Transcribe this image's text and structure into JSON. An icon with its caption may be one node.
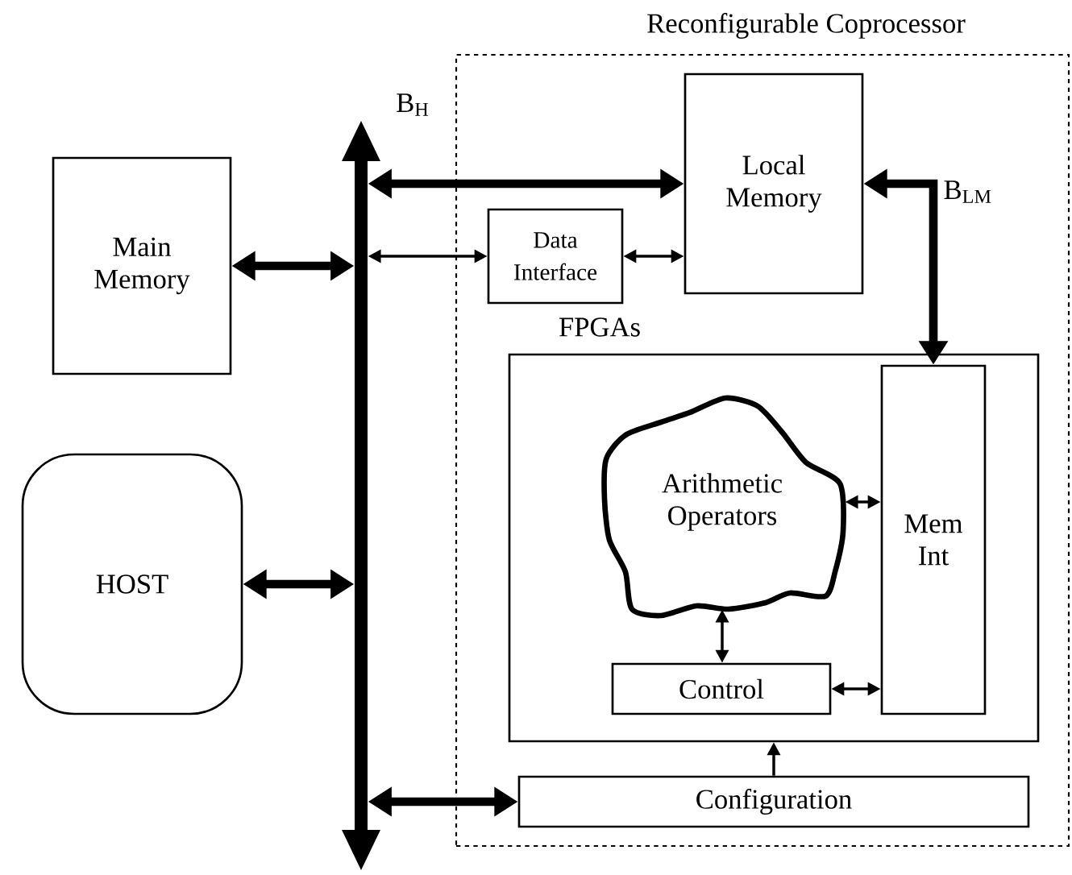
{
  "diagram": {
    "nodes": [
      {
        "text": [
          "Reconfigurable Coprocessor"
        ]
      },
      {
        "text": [],
        "shape": "bar",
        "beside": [
          "B$_{H}$"
        ]
      },
      {
        "text": [
          "Main Memory"
        ]
      },
      {
        "text": [
          "HOST"
        ]
      },
      {
        "text": [
          "Local Memory"
        ],
        "in": 0
      },
      {
        "text": [
          "Data Interface"
        ],
        "in": 0
      },
      {
        "text": [
          "FPGAs"
        ],
        "in": 0
      },
      {
        "text": [
          "Arithmetic Operators"
        ],
        "in": 6
      },
      {
        "text": [
          "Control"
        ],
        "in": 6
      },
      {
        "text": [
          "Mem Int"
        ],
        "in": 6
      },
      {
        "text": [
          "Configuration"
        ],
        "in": 0
      }
    ],
    "edges": [
      {
        "from": 2,
        "to": 1,
        "arrow": "both",
        "style": "thick"
      },
      {
        "from": 3,
        "to": 1,
        "arrow": "both",
        "style": "thick"
      },
      {
        "from": 1,
        "to": 4,
        "arrow": "both",
        "style": "thick"
      },
      {
        "from": 1,
        "to": 5,
        "arrow": "both"
      },
      {
        "from": 5,
        "to": 4,
        "arrow": "both"
      },
      {
        "from": 4,
        "to": 9,
        "arrow": "both",
        "style": "thick",
        "label": "B$_{LM}$"
      },
      {
        "from": 7,
        "to": 9,
        "arrow": "both"
      },
      {
        "from": 7,
        "to": 8,
        "arrow": "both"
      },
      {
        "from": 8,
        "to": 9,
        "arrow": "both"
      },
      {
        "from": 10,
        "to": 6,
        "arrow": "to"
      },
      {
        "from": 1,
        "to": 10,
        "arrow": "both",
        "style": "thick"
      }
    ]
  }
}
